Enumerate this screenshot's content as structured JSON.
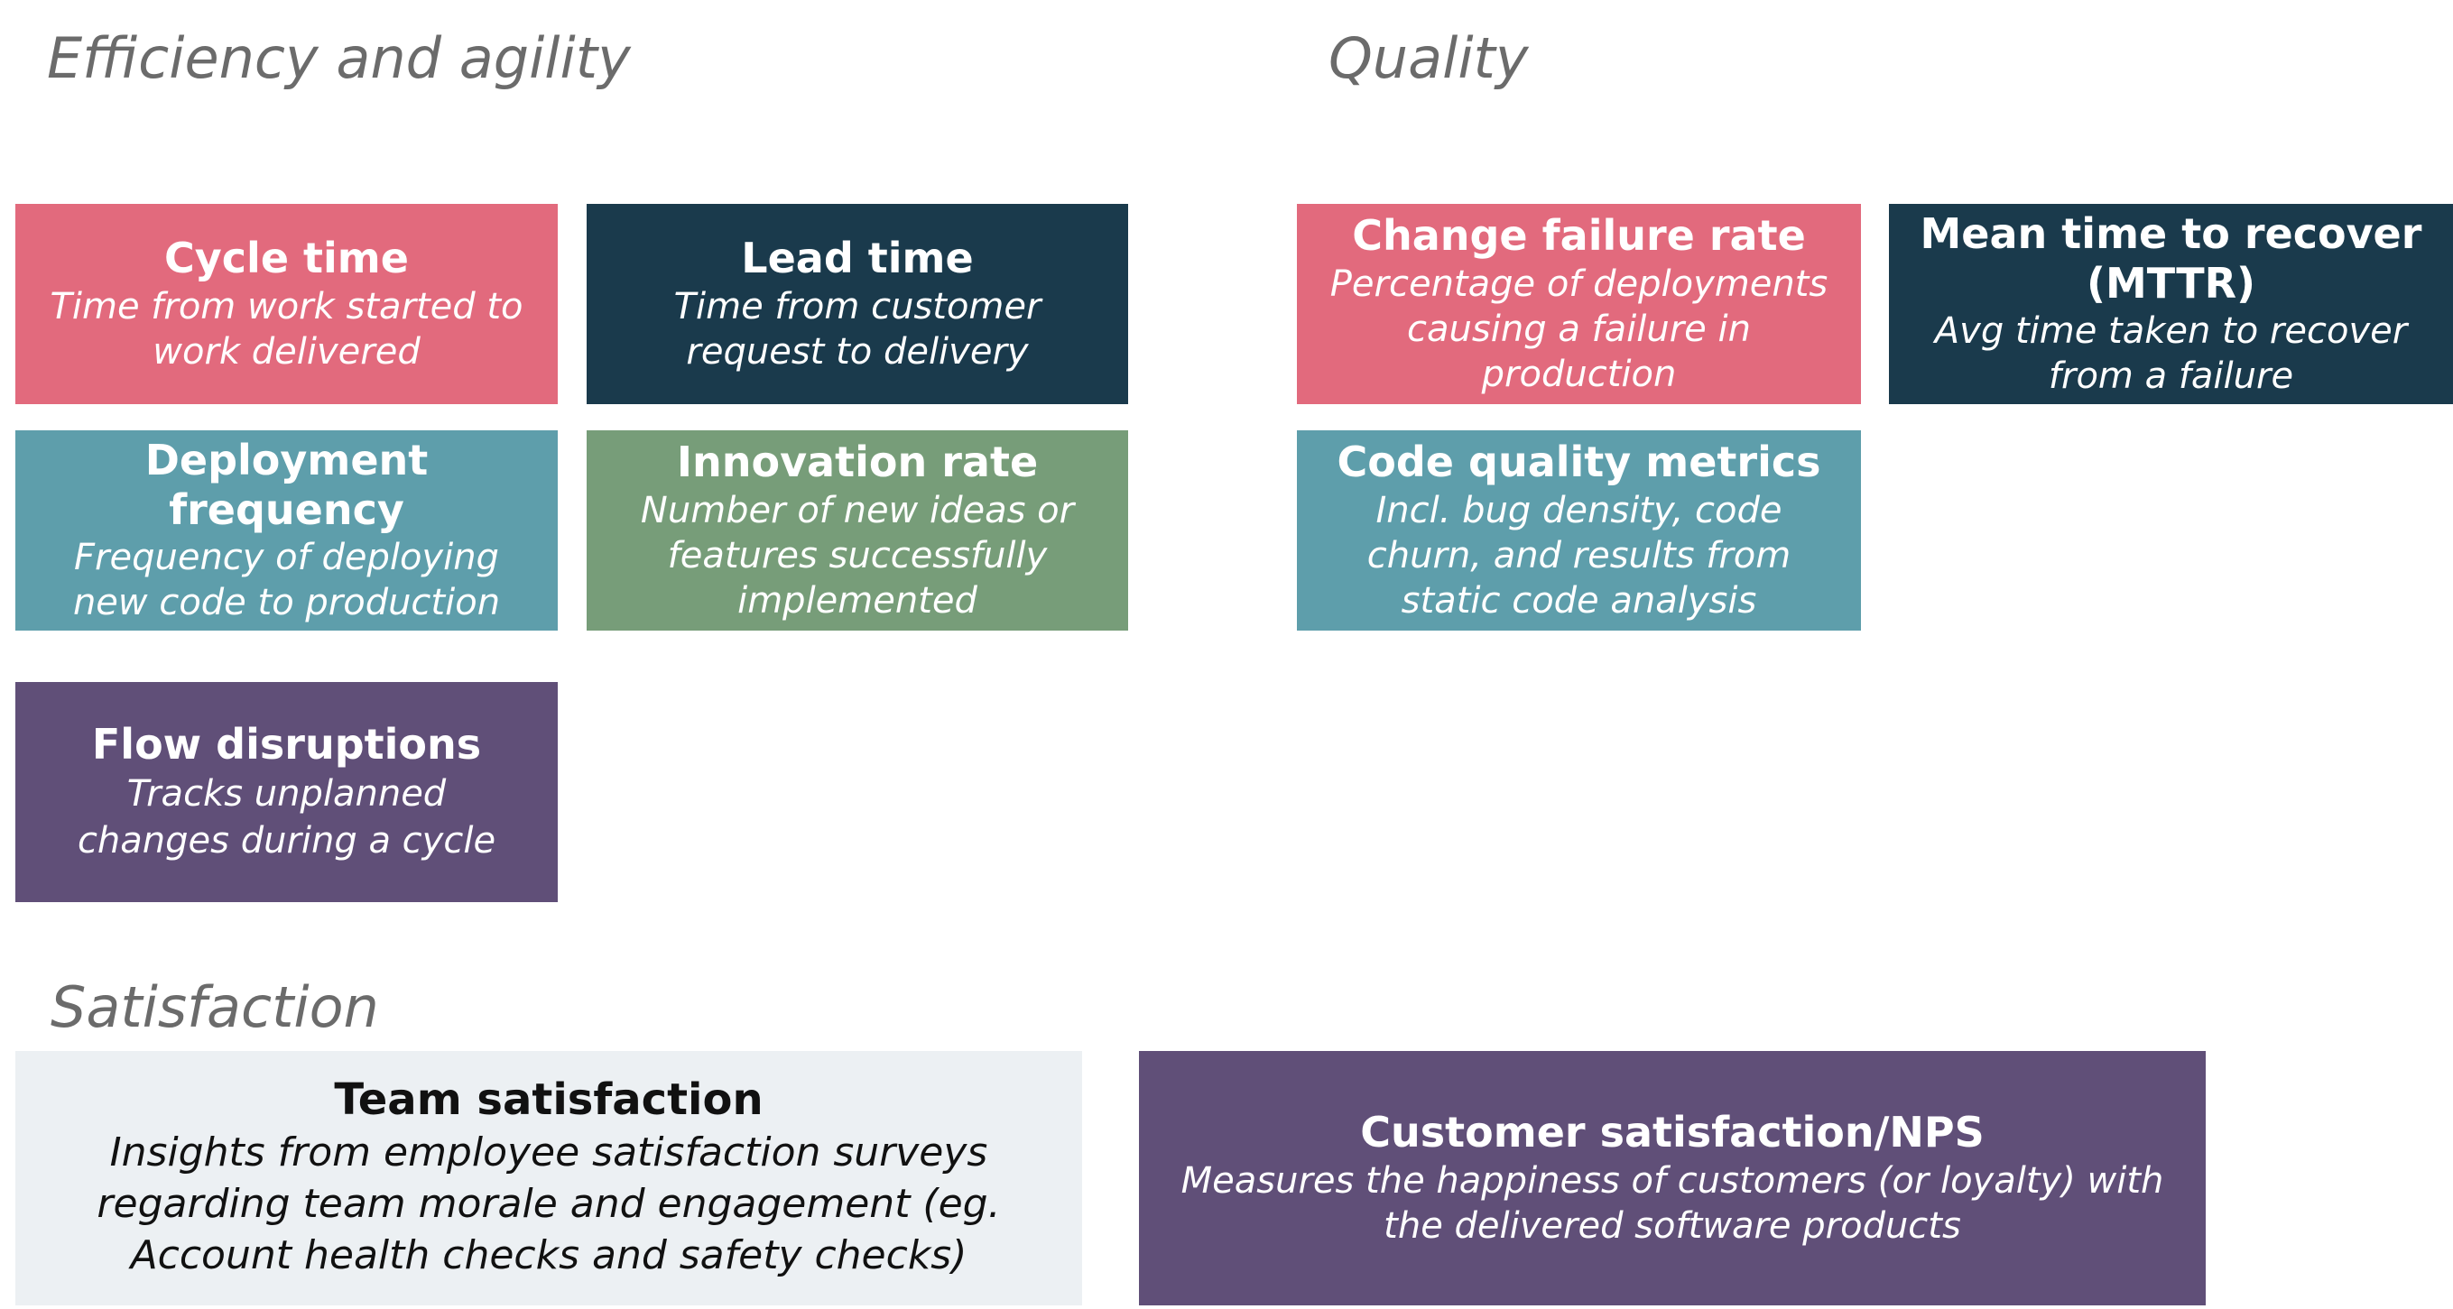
{
  "sections": {
    "efficiency": "Efficiency and agility",
    "quality": "Quality",
    "satisfaction": "Satisfaction"
  },
  "colors": {
    "pink": "#e26a7d",
    "navy": "#1a3a4c",
    "teal": "#5e9eab",
    "green": "#779d79",
    "purple": "#604f78",
    "light": "#ecf0f3"
  },
  "cards": {
    "cycle_time": {
      "title": "Cycle time",
      "desc": "Time from work started to work delivered"
    },
    "lead_time": {
      "title": "Lead time",
      "desc": "Time from customer request to delivery"
    },
    "deployment_frequency": {
      "title": "Deployment frequency",
      "desc": "Frequency of deploying new code to production"
    },
    "innovation_rate": {
      "title": "Innovation rate",
      "desc": "Number of new ideas or features successfully implemented"
    },
    "flow_disruptions": {
      "title": "Flow disruptions",
      "desc": "Tracks unplanned changes during a cycle"
    },
    "change_failure_rate": {
      "title": "Change failure rate",
      "desc": "Percentage of deployments causing a failure in production"
    },
    "mttr": {
      "title": "Mean time to recover (MTTR)",
      "desc": "Avg time taken to recover from a failure"
    },
    "code_quality": {
      "title": "Code quality metrics",
      "desc": "Incl. bug density, code churn, and results from static code analysis"
    },
    "team_satisfaction": {
      "title": "Team satisfaction",
      "desc": "Insights from employee satisfaction surveys regarding team morale and engagement (eg. Account health checks and safety checks)"
    },
    "customer_satisfaction": {
      "title": "Customer satisfaction/NPS",
      "desc": "Measures the happiness of customers (or loyalty) with the delivered software products"
    }
  }
}
